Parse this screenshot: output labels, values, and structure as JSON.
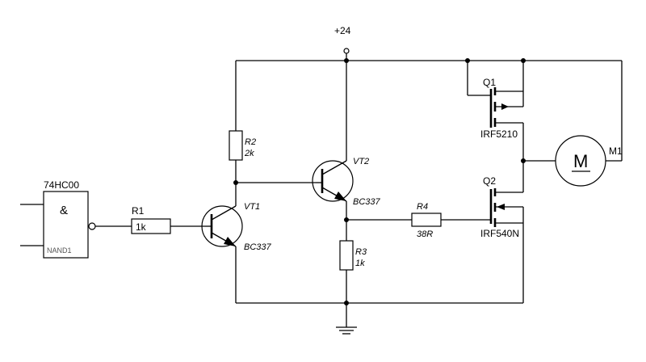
{
  "supply": {
    "label": "+24"
  },
  "gate": {
    "title": "74HC00",
    "symbol": "&",
    "ref": "NAND1"
  },
  "resistors": {
    "r1": {
      "ref": "R1",
      "value": "1k"
    },
    "r2": {
      "ref": "R2",
      "value": "2k"
    },
    "r3": {
      "ref": "R3",
      "value": "1k"
    },
    "r4": {
      "ref": "R4",
      "value": "38R"
    }
  },
  "transistors": {
    "vt1": {
      "ref": "VT1",
      "part": "BC337"
    },
    "vt2": {
      "ref": "VT2",
      "part": "BC337"
    },
    "q1": {
      "ref": "Q1",
      "part": "IRF5210"
    },
    "q2": {
      "ref": "Q2",
      "part": "IRF540N"
    }
  },
  "motor": {
    "ref": "M1",
    "symbol": "M"
  }
}
